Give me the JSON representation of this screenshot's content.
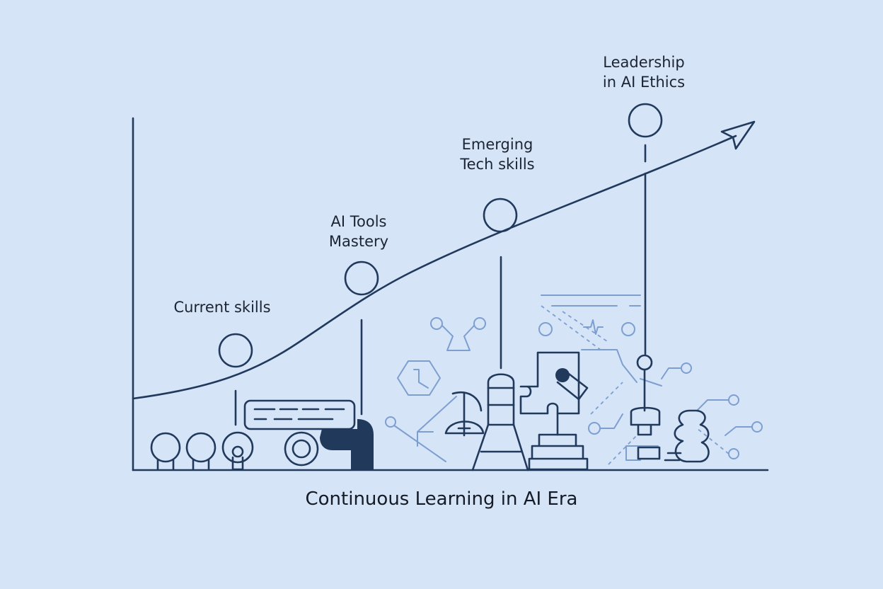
{
  "diagram": {
    "title": "Continuous Learning in AI Era",
    "milestones": [
      {
        "label_line1": "Current skills",
        "label_line2": ""
      },
      {
        "label_line1": "AI Tools",
        "label_line2": "Mastery"
      },
      {
        "label_line1": "Emerging",
        "label_line2": "Tech skills"
      },
      {
        "label_line1": "Leadership",
        "label_line2": "in AI Ethics"
      }
    ],
    "colors": {
      "background": "#d6e4f8",
      "line": "#213a5c",
      "accent_light": "#7d9fd0",
      "text": "#1b2433"
    },
    "icons": [
      "person-icon",
      "speech-bubble-icon",
      "target-icon",
      "python-logo-icon",
      "hexagon-icon",
      "satellite-dish-icon",
      "rocket-icon",
      "puzzle-icon",
      "circuit-board-icon",
      "bulb-icon",
      "brain-icon"
    ]
  }
}
